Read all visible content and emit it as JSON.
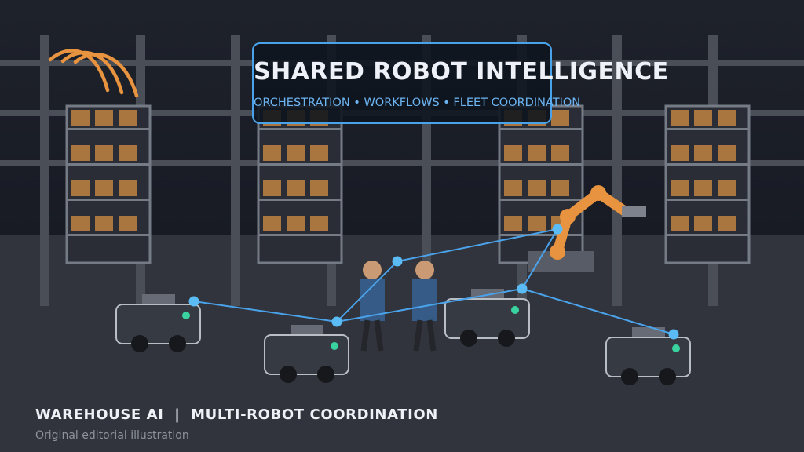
{
  "banner": {
    "title": "SHARED ROBOT INTELLIGENCE",
    "subtitle": "ORCHESTRATION • WORKFLOWS • FLEET COORDINATION"
  },
  "footer": {
    "title": "WAREHOUSE AI  |  MULTI-ROBOT COORDINATION",
    "caption": "Original editorial illustration"
  },
  "icons": [
    "wifi-signal-icon",
    "robot-arm-icon",
    "mobile-robot-icon",
    "warehouse-worker-icon",
    "storage-shelf-icon"
  ],
  "colors": {
    "background": "#1e222b",
    "floor": "#31343c",
    "network_blue": "#4aa3ea",
    "node_blue": "#5bbcf5",
    "robot_arm_orange": "#e8933f",
    "status_green": "#3ad29f",
    "box_brown": "#a9763f"
  }
}
